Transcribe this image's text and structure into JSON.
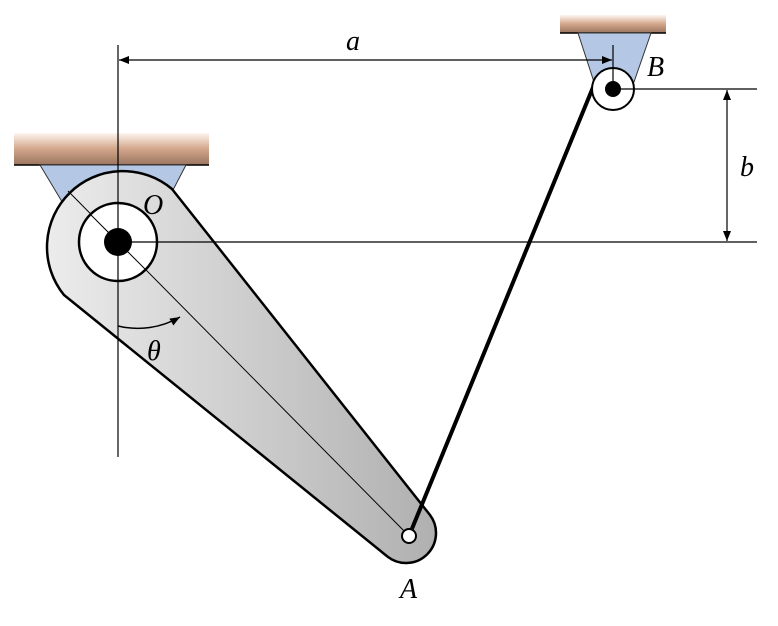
{
  "labels": {
    "a": "a",
    "b": "b",
    "O": "O",
    "A": "A",
    "B": "B",
    "theta": "θ"
  },
  "colors": {
    "ceiling_top": "#fff4ee",
    "ceiling_bottom": "#9a7560",
    "support": "#b4c8e6",
    "arm_light": "#ececec",
    "arm_dark": "#b4b4b4"
  }
}
